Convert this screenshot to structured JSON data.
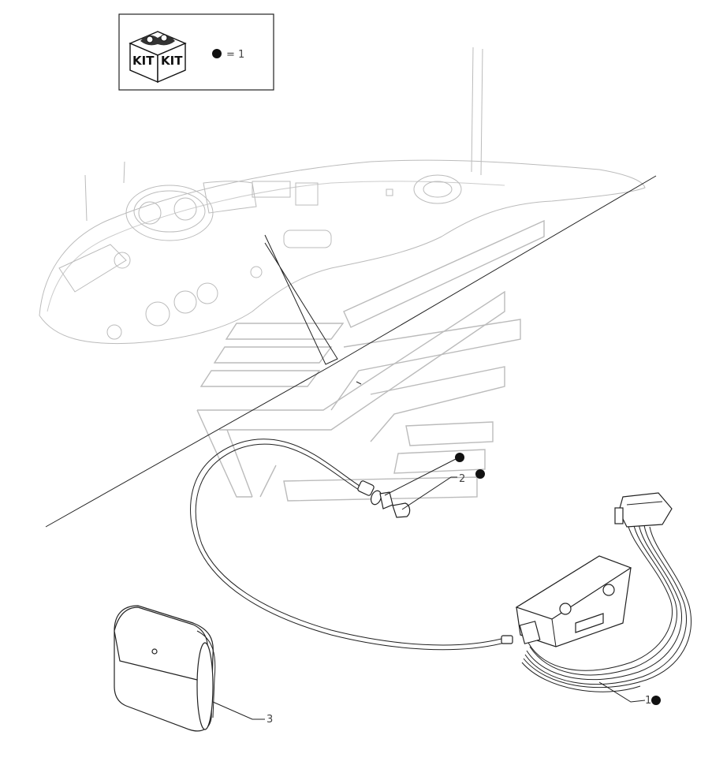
{
  "kit": {
    "label_left": "KIT",
    "label_right": "KIT",
    "qty_text": "= 1"
  },
  "callouts": [
    {
      "id": "callout-1",
      "text": "1"
    },
    {
      "id": "callout-2",
      "text": "2"
    },
    {
      "id": "callout-3",
      "text": "3"
    }
  ],
  "icons": [
    "kit-box-icon",
    "bullet-icon"
  ],
  "colors": {
    "line": "#222222",
    "faint": "#bbbbbb",
    "background": "#ffffff"
  }
}
